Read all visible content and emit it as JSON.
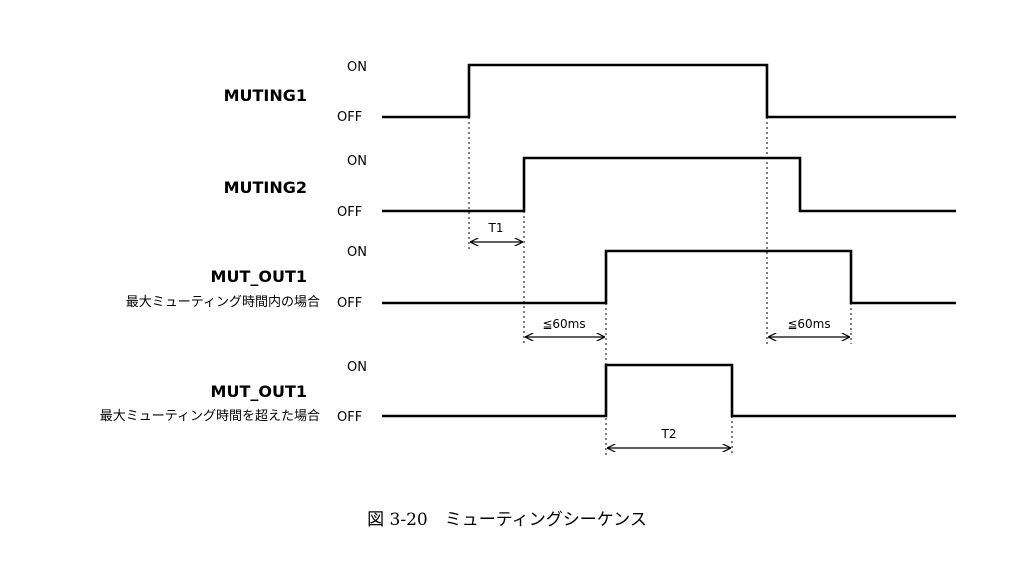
{
  "signals": [
    {
      "name": "MUTING1",
      "sub": ""
    },
    {
      "name": "MUTING2",
      "sub": ""
    },
    {
      "name": "MUT_OUT1",
      "sub": "最大ミューティング時間内の場合"
    },
    {
      "name": "MUT_OUT1",
      "sub": "最大ミューティング時間を超えた場合"
    }
  ],
  "levels": {
    "on": "ON",
    "off": "OFF"
  },
  "intervals": {
    "t1": "T1",
    "delay_rise": "≦60ms",
    "delay_fall": "≦60ms",
    "t2": "T2"
  },
  "caption": "図 3-20　ミューティングシーケンス"
}
